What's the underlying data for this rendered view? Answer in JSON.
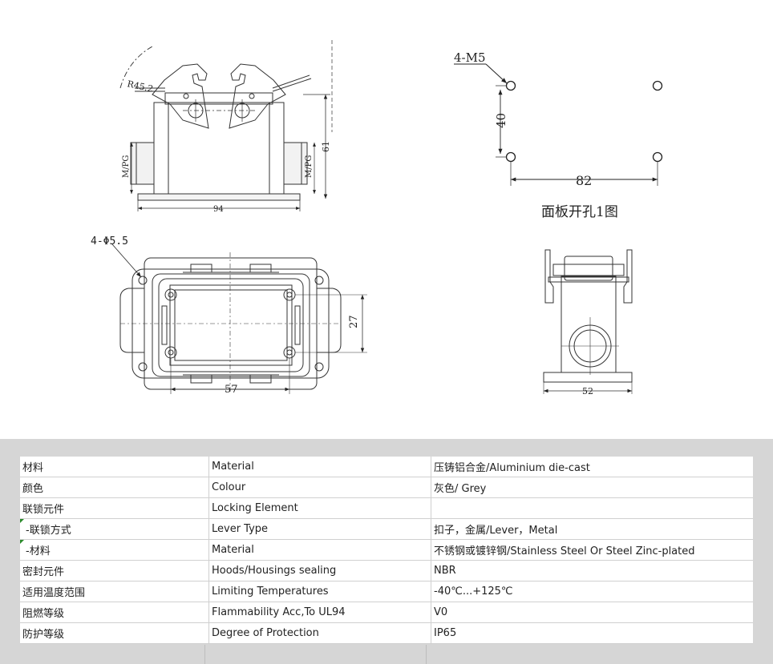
{
  "drawing": {
    "radius_label": "R45.2",
    "mpg_left": "M/PG",
    "mpg_right": "M/PG",
    "dim_61": "61",
    "dim_94": "94",
    "holes_label": "4-M5",
    "dim_40": "40",
    "dim_82": "82",
    "panel_caption": "面板开孔1图",
    "bolt_label": "4-Φ5.5",
    "dim_27": "27",
    "dim_57": "57",
    "dim_52": "52"
  },
  "specs": {
    "rows": [
      {
        "cn": "材料",
        "en": "Material",
        "value": "压铸铝合金/Aluminium die-cast",
        "sub": false
      },
      {
        "cn": "颜色",
        "en": "Colour",
        "value": "灰色/ Grey",
        "sub": false
      },
      {
        "cn": "联锁元件",
        "en": "Locking Element",
        "value": "",
        "sub": false
      },
      {
        "cn": " -联锁方式",
        "en": "Lever Type",
        "value": "扣子，金属/Lever，Metal",
        "sub": true
      },
      {
        "cn": " -材料",
        "en": "Material",
        "value": "不锈钢或镀锌钢/Stainless Steel Or Steel Zinc-plated",
        "sub": true
      },
      {
        "cn": "密封元件",
        "en": "Hoods/Housings sealing",
        "value": "NBR",
        "sub": false
      },
      {
        "cn": "适用温度范围",
        "en": "Limiting Temperatures",
        "value": "-40℃...+125℃",
        "sub": false
      },
      {
        "cn": "阻燃等级",
        "en": "Flammability Acc,To UL94",
        "value": "V0",
        "sub": false
      },
      {
        "cn": "防护等级",
        "en": "Degree of Protection",
        "value": "IP65",
        "sub": false
      }
    ]
  }
}
